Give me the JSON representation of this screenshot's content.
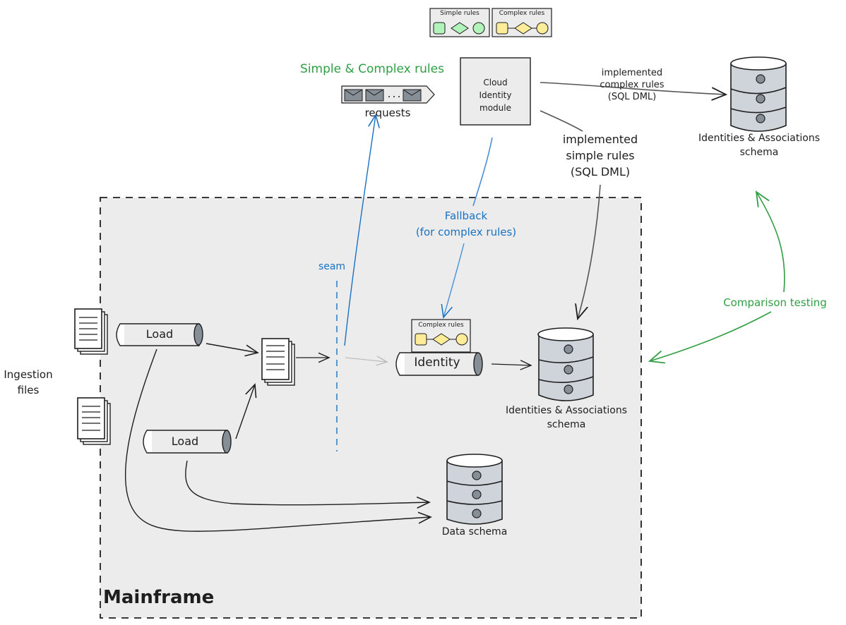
{
  "legend": {
    "simple": {
      "title": "Simple rules",
      "fill": "#b2f2bb"
    },
    "complex": {
      "title": "Complex rules",
      "fill": "#ffec99"
    }
  },
  "cloud": {
    "requests_title": "Simple & Complex rules",
    "requests_label": "requests",
    "module_label": [
      "Cloud",
      "Identity",
      "module"
    ],
    "complex_rules_label": [
      "implemented",
      "complex rules",
      "(SQL DML)"
    ],
    "simple_rules_label": [
      "implemented",
      "simple rules",
      "(SQL DML)"
    ],
    "cloud_db_label": [
      "Identities & Associations",
      "schema"
    ]
  },
  "mainframe": {
    "title": "Mainframe",
    "ingestion_label": [
      "Ingestion",
      "files"
    ],
    "load1": "Load",
    "load2": "Load",
    "seam_label": "seam",
    "fallback_label": [
      "Fallback",
      "(for complex rules)"
    ],
    "identity_label": "Identity",
    "identity_rules_title": "Complex rules",
    "mf_db_label": [
      "Identities & Associations",
      "schema"
    ],
    "data_db_label": "Data schema"
  },
  "comparison_label": "Comparison testing",
  "colors": {
    "green": "#2f9e44",
    "blue": "#1971c2",
    "ink": "#1e1e1e",
    "mainframe_bg": "#ececec",
    "db_fill": "#ced4da",
    "dark_fill": "#868e96"
  }
}
